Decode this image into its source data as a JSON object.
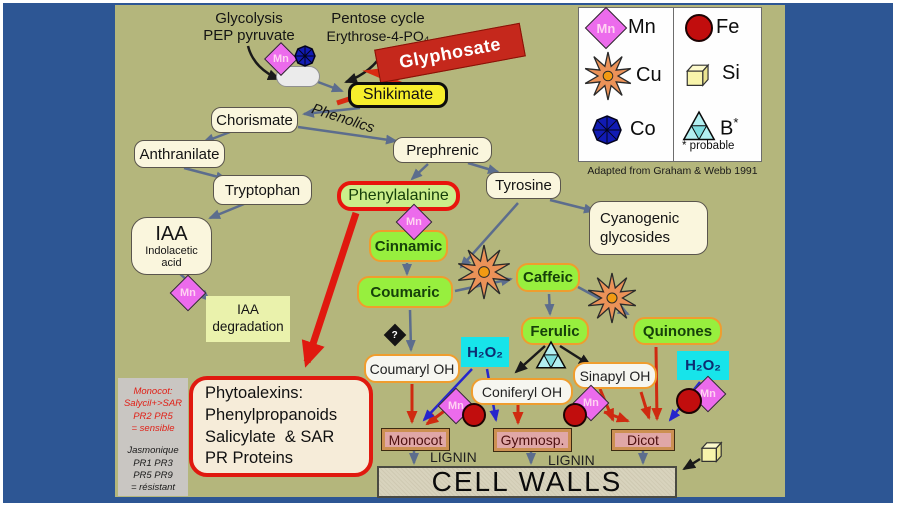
{
  "colors": {
    "frame_blue": "#2d5694",
    "slide_olive": "#b4b67c",
    "glyphosate_red": "#c5281c",
    "green_node_fill": "#97ef3e",
    "green_node_border": "#ef9d2e",
    "h2o2_cyan": "#17e4ea",
    "mn_pink": "#ec6bec",
    "fe_red": "#c10d0d",
    "phenylalanine_border": "#e8150d"
  },
  "top": {
    "glycolysis": [
      "Glycolysis",
      "PEP pyruvate"
    ],
    "pentose": [
      "Pentose cycle",
      "Erythrose-4-PO₄"
    ],
    "glyphosate": "Glyphosate"
  },
  "nodes": {
    "shikimate": "Shikimate",
    "chorismate": "Chorismate",
    "phenolics": "Phenolics",
    "anthranilate": "Anthranilate",
    "prephrenic": "Prephrenic",
    "tryptophan": "Tryptophan",
    "phenylalanine": "Phenylalanine",
    "tyrosine": "Tyrosine",
    "cyanogenic": [
      "Cyanogenic",
      "glycosides"
    ],
    "iaa_title": "IAA",
    "iaa_sub": [
      "Indolacetic",
      "acid"
    ],
    "iaa_degradation": [
      "IAA",
      "degradation"
    ],
    "cinnamic": "Cinnamic",
    "coumaric": "Coumaric",
    "caffeic": "Caffeic",
    "ferulic": "Ferulic",
    "quinones": "Quinones",
    "coumaryl": "Coumaryl OH",
    "coniferyl": "Coniferyl OH",
    "sinapyl": "Sinapyl OH",
    "h2o2": "H₂O₂",
    "monocot": "Monocot",
    "gymnosp": "Gymnosp.",
    "dicot": "Dicot",
    "lignin": "LIGNIN",
    "cell_walls": "CELL WALLS",
    "question_mark": "?"
  },
  "phytoalexins": [
    "Phytoalexins:",
    "Phenylpropanoids",
    "Salicylate  & SAR",
    "PR Proteins"
  ],
  "info_box": {
    "red": [
      "Monocot:",
      "Salycil+>SAR",
      "PR2 PR5",
      "= sensible"
    ],
    "black": [
      "Jasmonique",
      "PR1 PR3",
      "PR5 PR9",
      "= résistant"
    ]
  },
  "legend": {
    "mn": "Mn",
    "fe": "Fe",
    "cu": "Cu",
    "si": "Si",
    "co": "Co",
    "b": "B",
    "b_star": "*",
    "note": "* probable",
    "caption": "Adapted from Graham & Webb 1991"
  },
  "symbols": {
    "mn_label": "Mn"
  }
}
